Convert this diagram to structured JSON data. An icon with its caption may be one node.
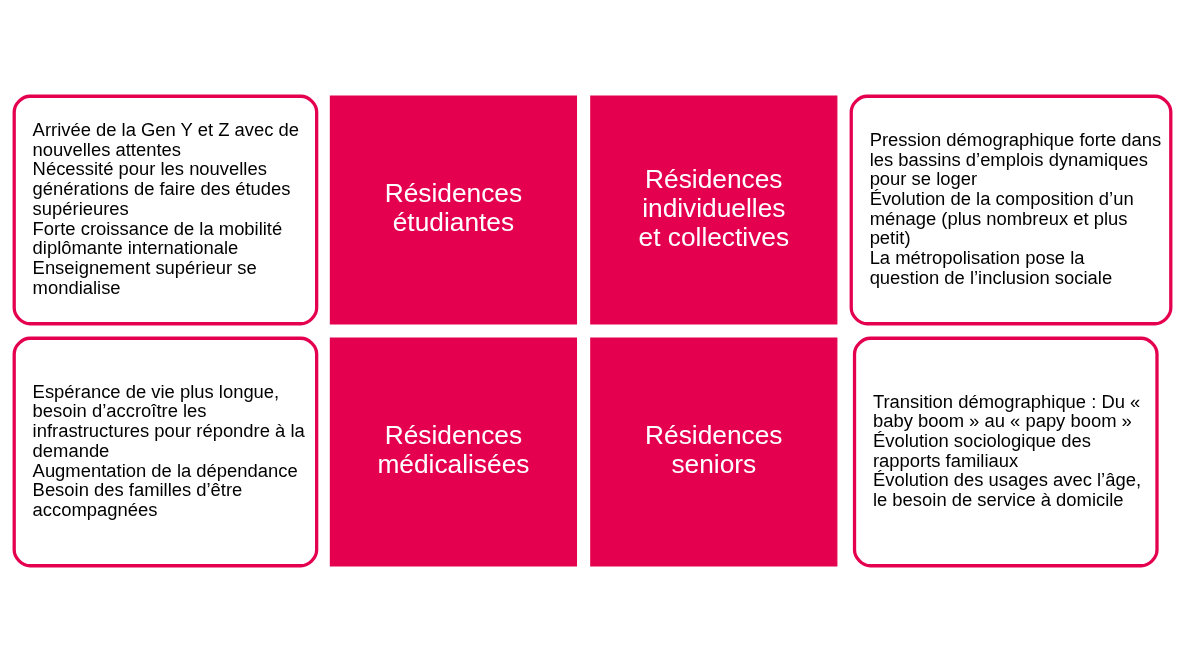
{
  "diagram": {
    "nodes": [
      {
        "text": [
          "Arrivée de la Gen Y et Z avec de nouvelles attentes",
          "Nécessité pour les nouvelles générations de faire des études supérieures",
          "Forte croissance de la mobilité diplômante internationale",
          "Enseignement supérieur se mondialise"
        ]
      },
      {
        "text": [
          "Résidences étudiantes"
        ]
      },
      {
        "text": [
          "Résidences individuelles et collectives"
        ]
      },
      {
        "text": [
          "Pression démographique forte dans les bassins d’emplois dynamiques pour se loger",
          "Évolution de la composition d’un ménage (plus nombreux et plus petit)",
          "La métropolisation pose la question de l’inclusion sociale"
        ]
      },
      {
        "text": [
          "Espérance de vie plus longue, besoin d’accroître les infrastructures pour répondre à la demande",
          "Augmentation de la dépendance",
          "Besoin des familles d’être accompagnées"
        ]
      },
      {
        "text": [
          "Résidences médicalisées"
        ]
      },
      {
        "text": [
          "Résidences seniors"
        ]
      },
      {
        "text": [
          "Transition démographique : Du « baby boom » au « papy boom »",
          "Évolution sociologique des rapports familiaux",
          "Évolution des usages avec l’âge, le besoin de service à domicile"
        ]
      }
    ]
  }
}
